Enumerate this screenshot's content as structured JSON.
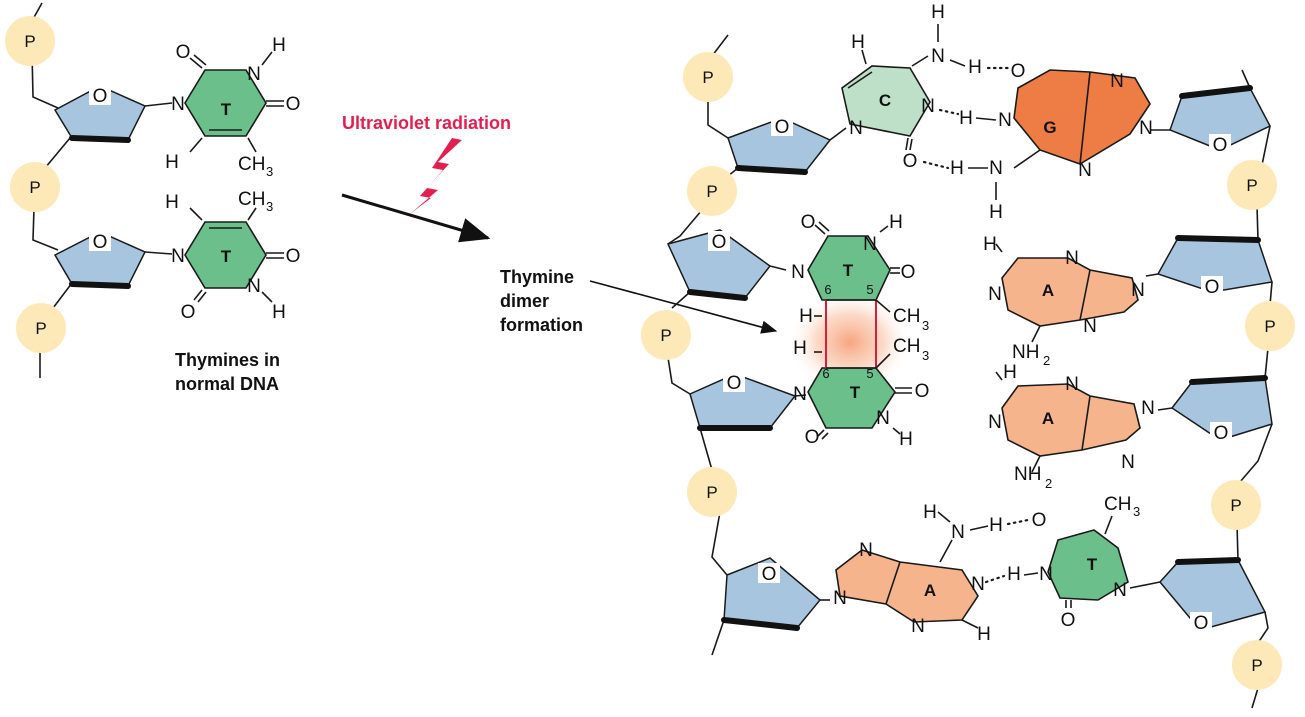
{
  "labels": {
    "uv": "Ultraviolet radiation",
    "dimer_line1": "Thymine",
    "dimer_line2": "dimer",
    "dimer_line3": "formation",
    "normal_line1": "Thymines in",
    "normal_line2": "normal DNA"
  },
  "bases": {
    "thymine": "T",
    "adenine": "A",
    "guanine": "G",
    "cytosine": "C"
  },
  "phosphate": "P",
  "atoms": {
    "oxygen": "O",
    "nitrogen": "N",
    "hydrogen": "H",
    "methyl": "CH",
    "amine": "NH",
    "subscript3": "3",
    "subscript2": "2"
  },
  "carbon_numbers": {
    "c5": "5",
    "c6": "6"
  },
  "colors": {
    "thymine": "#6bbf8a",
    "adenine": "#f5b48c",
    "guanine": "#ee7d45",
    "cytosine": "#bfe0c8",
    "sugar": "#a8c5df",
    "phosphate": "#fde9b8",
    "uv": "#e21f4f",
    "dimer_bond": "#d81e3a"
  }
}
